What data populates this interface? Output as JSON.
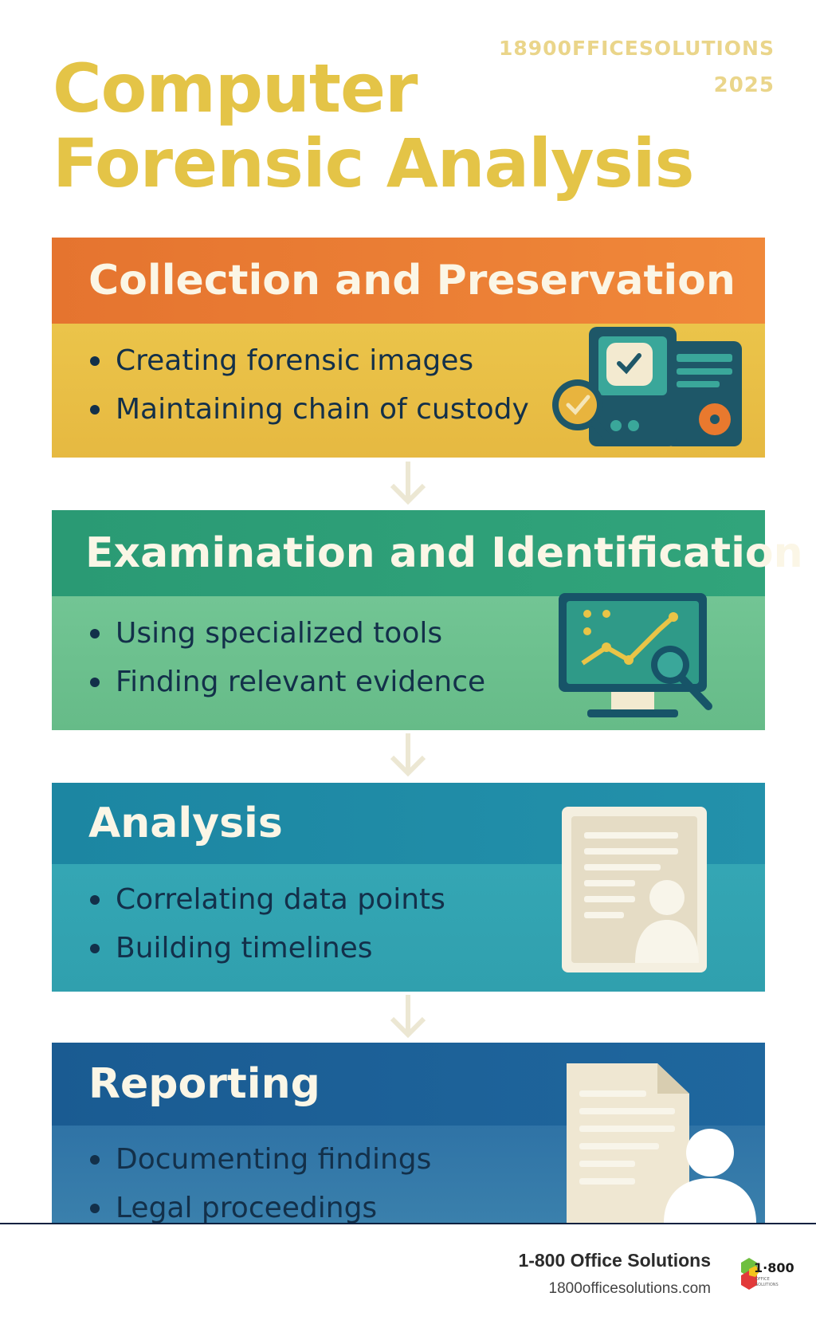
{
  "header": {
    "watermark_line1": "18900FFICESOLUTIONS",
    "watermark_line2": "2025",
    "title_line1": "Computer",
    "title_line2": "Forensic Analysis"
  },
  "steps": [
    {
      "title": "Collection and Preservation",
      "bullets": [
        "Creating forensic images",
        "Maintaining chain of custody"
      ],
      "icon": "devices-magnifier-icon",
      "head_color": "#e97e33",
      "body_color": "#e9be45"
    },
    {
      "title": "Examination and Identification",
      "bullets": [
        "Using specialized tools",
        "Finding relevant evidence"
      ],
      "icon": "monitor-chart-icon",
      "head_color": "#2f9e75",
      "body_color": "#6ec18f"
    },
    {
      "title": "Analysis",
      "bullets": [
        "Correlating data points",
        "Building timelines"
      ],
      "icon": "document-person-icon",
      "head_color": "#1f8aa5",
      "body_color": "#33a3b1"
    },
    {
      "title": "Reporting",
      "bullets": [
        "Documenting findings",
        "Legal proceedings"
      ],
      "icon": "report-person-icon",
      "head_color": "#1d5f95",
      "body_color": "#2e71a4"
    }
  ],
  "footer": {
    "brand": "1-800 Office Solutions",
    "url": "1800officesolutions.com",
    "logo_text": "1·800"
  }
}
